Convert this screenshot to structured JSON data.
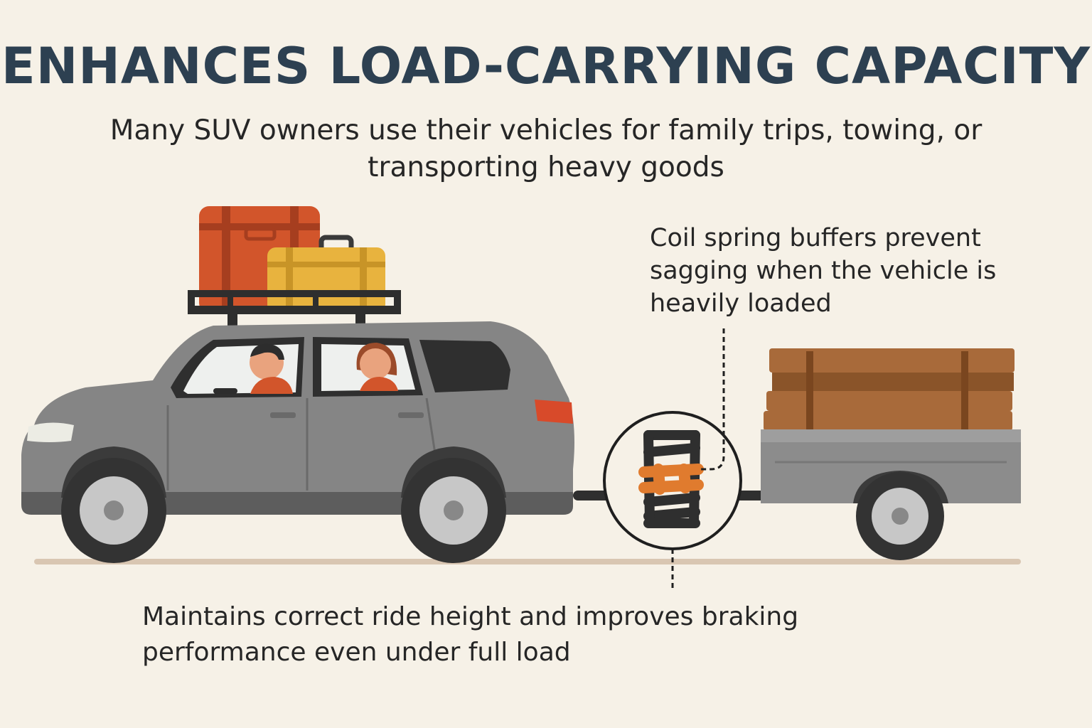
{
  "title": "ENHANCES LOAD-CARRYING CAPACITY",
  "subtitle": {
    "line1": "Many SUV owners use their vehicles for family trips, towing, or",
    "line2": "transporting heavy goods"
  },
  "callout_top": {
    "line1": "Coil spring buffers prevent",
    "line2": "sagging when the vehicle is",
    "line3": "heavily loaded"
  },
  "callout_bottom": {
    "line1": "Maintains correct ride height and improves braking",
    "line2": "performance even under full load"
  },
  "icons": [
    "suv-illustration",
    "roof-luggage-icon",
    "coil-spring-icon",
    "trailer-illustration",
    "driver-figure",
    "passenger-figure"
  ],
  "colors": {
    "background": "#f6f1e7",
    "title": "#2d4051",
    "car_body": "#858585",
    "spring_buffer": "#e07b2e",
    "suitcase_red": "#d2552b",
    "suitcase_yellow": "#e8b33e",
    "wood": "#a86a3a"
  }
}
